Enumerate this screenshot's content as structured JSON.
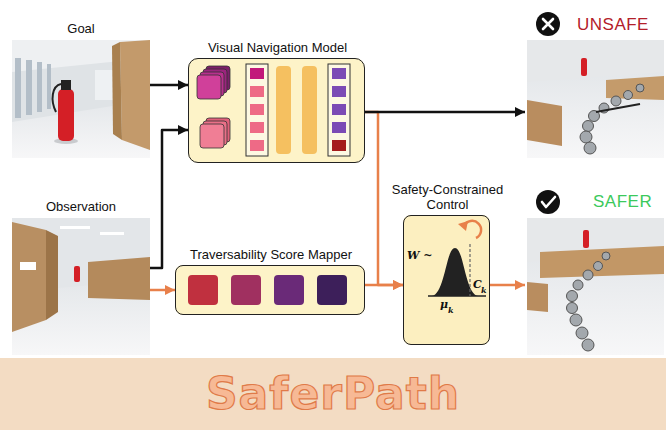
{
  "diagram": {
    "nodes": [
      {
        "text": [
          "Goal"
        ]
      },
      {
        "text": [
          "Observation"
        ]
      },
      {
        "text": [
          "Visual Navigation Model"
        ]
      },
      {
        "text": [
          "Traversability Score Mapper"
        ]
      },
      {
        "text": [
          "Safety-Constrained Control"
        ]
      },
      {
        "text": [
          "UNSAFE"
        ]
      },
      {
        "text": [
          "SAFER"
        ]
      },
      {
        "text": [
          "SaferPath"
        ]
      }
    ],
    "edges": [
      {
        "from": 0,
        "to": 2,
        "arrow": "to"
      },
      {
        "from": 1,
        "to": 2,
        "arrow": "to"
      },
      {
        "from": 1,
        "to": 3,
        "arrow": "to"
      },
      {
        "from": 2,
        "to": 5,
        "arrow": "to"
      },
      {
        "from": 2,
        "to": 4,
        "arrow": "to"
      },
      {
        "from": 3,
        "to": 4,
        "arrow": "to"
      },
      {
        "from": 4,
        "to": 6,
        "arrow": "to"
      }
    ],
    "labels": [
      "W ~",
      "μ",
      "k",
      "C",
      "k"
    ]
  }
}
